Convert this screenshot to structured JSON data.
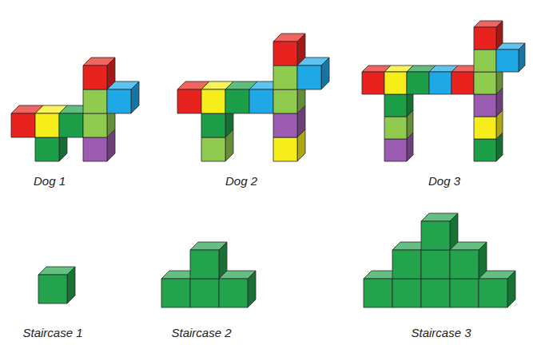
{
  "diagram": {
    "labels": [
      "Dog 1",
      "Dog 2",
      "Dog 3",
      "Staircase 1",
      "Staircase 2",
      "Staircase 3"
    ]
  }
}
